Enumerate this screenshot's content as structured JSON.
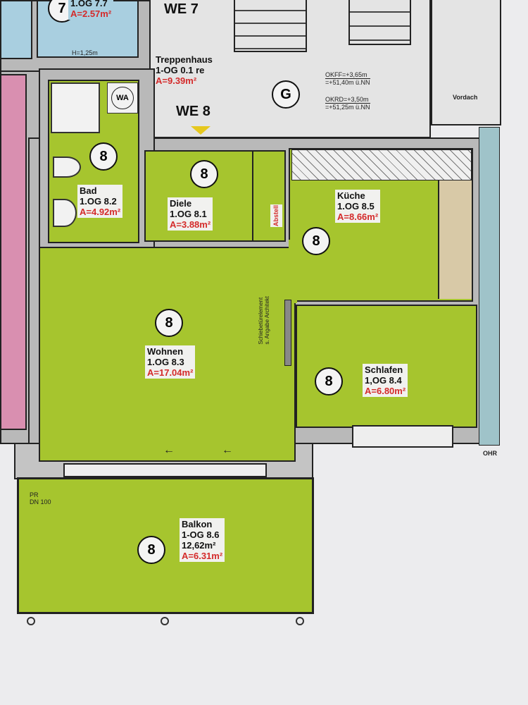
{
  "colors": {
    "room_green": "#a6c52e",
    "wall_gray": "#b9b9b9",
    "bath_blue": "#a9cfe0",
    "pink": "#d98fb0",
    "area_red": "#d42a2a"
  },
  "units": {
    "we7": "WE 7",
    "we8": "WE 8"
  },
  "stair": {
    "name": "Treppenhaus",
    "code": "1-OG 0.1 re",
    "area": "A=9.39m²",
    "marker": "G",
    "okff": "OKFF=+3,65m",
    "okff_nn": "=+51,40m ü.NN",
    "okrd": "OKRD=+3,50m",
    "okrd_nn": "=+51,25m ü.NN"
  },
  "vordach": "Vordach",
  "neighbor": {
    "number": "7",
    "code": "1.OG 7.7",
    "area": "A=2.57m²",
    "height": "H=1,25m"
  },
  "rooms": {
    "bad": {
      "number": "8",
      "name": "Bad",
      "code": "1.OG 8.2",
      "area": "A=4.92m²",
      "fixture": "WA"
    },
    "diele": {
      "number": "8",
      "name": "Diele",
      "code": "1.OG 8.1",
      "area": "A=3.88m²"
    },
    "abstell": {
      "name": "Abstell"
    },
    "kueche": {
      "number": "8",
      "name": "Küche",
      "code": "1.OG 8.5",
      "area": "A=8.66m²"
    },
    "wohnen": {
      "number": "8",
      "name": "Wohnen",
      "code": "1.OG 8.3",
      "area": "A=17.04m²"
    },
    "schlafen": {
      "number": "8",
      "name": "Schlafen",
      "code": "1,OG 8.4",
      "area": "A=6.80m²"
    },
    "balkon": {
      "number": "8",
      "name": "Balkon",
      "code": "1-OG 8.6",
      "gross": "12,62m²",
      "area": "A=6.31m²"
    }
  },
  "notes": {
    "sliding": "Schiebetürelement",
    "sliding2": "s. Angabe Architekt",
    "pr": "PR",
    "dn": "DN 100",
    "ohr": "OHR"
  }
}
